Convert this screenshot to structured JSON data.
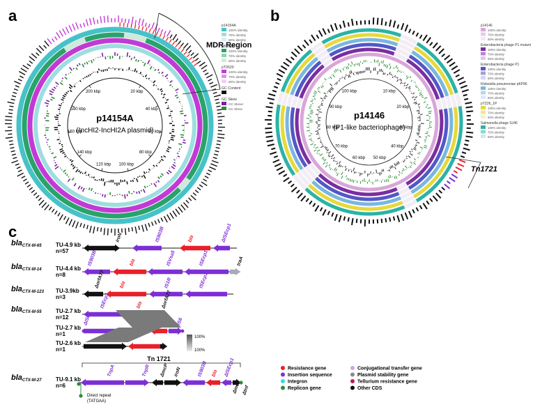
{
  "panels": {
    "a": {
      "letter": "a",
      "title": "p14154A",
      "subtitle": "(IncHI2-IncHI2A plasmid)",
      "region_label": "MDR Region",
      "ticks": [
        "20 kbp",
        "40 kbp",
        "60 kbp",
        "80 kbp",
        "100 kbp",
        "120 kbp",
        "140 kbp",
        "160 kbp",
        "180 kbp",
        "200 kbp"
      ],
      "legend": [
        {
          "group": "p14154A",
          "items": [
            {
              "label": "100% identity",
              "color": "#46c2c8"
            },
            {
              "label": "70% identity",
              "color": "#9edde0"
            },
            {
              "label": "50% identity",
              "color": "#d6f1f2"
            }
          ]
        },
        {
          "group": "pB7912",
          "items": [
            {
              "label": "100% identity",
              "color": "#2aa36b"
            },
            {
              "label": "70% identity",
              "color": "#93d1b1"
            },
            {
              "label": "50% identity",
              "color": "#cfe9db"
            }
          ]
        },
        {
          "group": "pT0520",
          "items": [
            {
              "label": "100% identity",
              "color": "#c23ad6"
            },
            {
              "label": "70% identity",
              "color": "#de94e9"
            },
            {
              "label": "50% identity",
              "color": "#f1d0f5"
            }
          ]
        },
        {
          "group": "GC Content",
          "items": [
            {
              "label": "",
              "color": "#111111"
            }
          ]
        },
        {
          "group": "GC Skew",
          "items": [
            {
              "label": "GC Skew+",
              "color": "#7a1fa2"
            },
            {
              "label": "GC Skew-",
              "color": "#2e8b3a"
            }
          ]
        }
      ]
    },
    "b": {
      "letter": "b",
      "title": "p14146",
      "subtitle": "(P1-like bacteriophage)",
      "tn_label": "Tn1721",
      "ticks": [
        "10 kbp",
        "20 kbp",
        "30 kbp",
        "40 kbp",
        "50 kbp",
        "60 kbp",
        "70 kbp",
        "80 kbp",
        "90 kbp",
        "100 kbp"
      ],
      "legend": [
        {
          "group": "p14146",
          "items": [
            {
              "label": "100% identity",
              "color": "#d9a6d8"
            },
            {
              "label": "70% identity",
              "color": "#e9c9e8"
            },
            {
              "label": "50% identity",
              "color": "#f5e6f4"
            }
          ]
        },
        {
          "group": "Enterobacteria phage P1 mutant",
          "items": [
            {
              "label": "100% identity",
              "color": "#7a2ea0"
            },
            {
              "label": "70% identity",
              "color": "#b489cf"
            },
            {
              "label": "50% identity",
              "color": "#ddc8ea"
            }
          ]
        },
        {
          "group": "Enterobacteria phage P1",
          "items": [
            {
              "label": "100% identity",
              "color": "#5457c6"
            },
            {
              "label": "70% identity",
              "color": "#9ea0e0"
            },
            {
              "label": "50% identity",
              "color": "#d4d5f2"
            }
          ]
        },
        {
          "group": "Klebsiella pneumoniae pKP96",
          "items": [
            {
              "label": "100% identity",
              "color": "#7ab7e0"
            },
            {
              "label": "70% identity",
              "color": "#b5d6ee"
            },
            {
              "label": "50% identity",
              "color": "#dceaf6"
            }
          ]
        },
        {
          "group": "pTZ26_1P",
          "items": [
            {
              "label": "100% identity",
              "color": "#e6d93c"
            },
            {
              "label": "70% identity",
              "color": "#efe68b"
            },
            {
              "label": "50% identity",
              "color": "#f6f2c6"
            }
          ]
        },
        {
          "group": "Salmonella phage SJ46",
          "items": [
            {
              "label": "100% identity",
              "color": "#2bb3a6"
            },
            {
              "label": "70% identity",
              "color": "#8dd6ce"
            },
            {
              "label": "50% identity",
              "color": "#cdebe8"
            }
          ]
        }
      ]
    },
    "c": {
      "letter": "c",
      "rows": [
        {
          "gene_main": "bla",
          "gene_sub": "CTX-M-65",
          "tu": "TU-4.9 kb",
          "n": "n=57"
        },
        {
          "gene_main": "bla",
          "gene_sub": "CTX-M-14",
          "tu": "TU-4.4 kb",
          "n": "n=8"
        },
        {
          "gene_main": "bla",
          "gene_sub": "CTX-M-123",
          "tu": "TU-3.9kb",
          "n": "n=3"
        },
        {
          "gene_main": "bla",
          "gene_sub": "CTX-M-55",
          "tu": "TU-2.7 kb",
          "n": "n=12"
        },
        {
          "gene_main": "",
          "gene_sub": "",
          "tu": "TU-2.7 kb",
          "n": "n=1"
        },
        {
          "gene_main": "",
          "gene_sub": "",
          "tu": "TU-2.6 kb",
          "n": "n=1"
        },
        {
          "gene_main": "bla",
          "gene_sub": "CTX-M-27",
          "tu": "TU-9.1 kb",
          "n": "n=6"
        }
      ],
      "scale": {
        "top": "100%",
        "bottom": "100%"
      },
      "tn_bracket_label": "Tn 1721",
      "direct_repeat_label": "Direct repeat",
      "direct_repeat_seq": "(TATGAA)",
      "gene_labels": {
        "r1": [
          "IS903B",
          "bla",
          "ΔISEcp1",
          "iroN"
        ],
        "r2": [
          "IS903B",
          "bla",
          "ISVsa5",
          "ISEcp1",
          "traA"
        ],
        "r3": [
          "ΔorfA77",
          "bla",
          "IS1R",
          "ISEcp1"
        ],
        "r4": [
          "ISEcp1",
          "bla",
          "ΔorfA77"
        ],
        "r5": [
          "ΔIS6",
          "bla",
          "IS6"
        ],
        "r7": [
          "TnpA",
          "TnpR",
          "ΔmcP",
          "iroN",
          "IS903B",
          "bla",
          "ΔISEcp1",
          "ΔmcP",
          "Δtnf"
        ]
      },
      "legend": [
        {
          "label": "Resistance gene",
          "color": "#e8202a"
        },
        {
          "label": "Insertion sequence",
          "color": "#7d2fd6"
        },
        {
          "label": "Integron",
          "color": "#3fd6e0"
        },
        {
          "label": "Replicon gene",
          "color": "#2e8b3a"
        },
        {
          "label": "Conjugational transfer gene",
          "color": "#c9a8e8"
        },
        {
          "label": "Plasmid stability gene",
          "color": "#8a8a8a"
        },
        {
          "label": "Tellurium resistance gene",
          "color": "#c0195a"
        },
        {
          "label": "Other CDS",
          "color": "#111111"
        }
      ]
    }
  }
}
